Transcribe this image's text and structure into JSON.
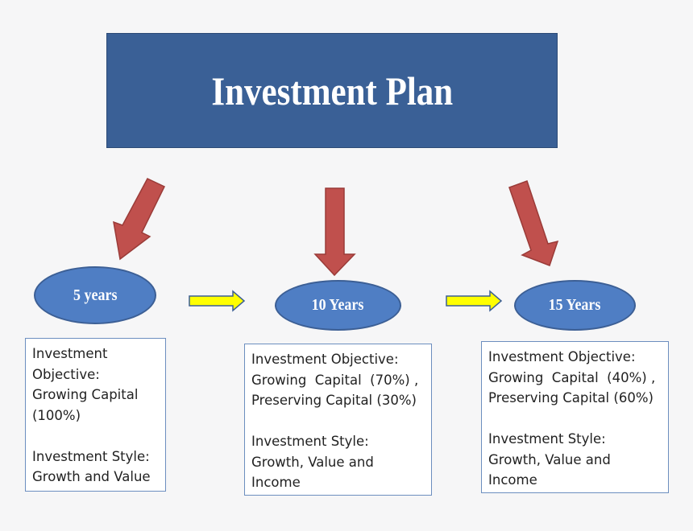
{
  "title": "Investment Plan",
  "colors": {
    "title_fill": "#3a6096",
    "ellipse_fill": "#4f7ec4",
    "down_arrow_fill": "#c0504d",
    "right_arrow_fill": "#ffff00",
    "box_border": "#6c8ebf"
  },
  "stages": [
    {
      "label": "5 years",
      "objective_lines": [
        "Investment",
        "Objective:",
        "Growing Capital",
        "(100%)"
      ],
      "style_lines": [
        "Investment Style:",
        "Growth and Value"
      ]
    },
    {
      "label": "10 Years",
      "objective_lines": [
        "Investment Objective:",
        "Growing  Capital  (70%) ,",
        "Preserving Capital (30%)"
      ],
      "style_lines": [
        "Investment Style:",
        "Growth, Value and",
        "Income"
      ]
    },
    {
      "label": "15 Years",
      "objective_lines": [
        "Investment Objective:",
        "Growing  Capital  (40%) ,",
        "Preserving Capital (60%)"
      ],
      "style_lines": [
        "Investment Style:",
        "Growth, Value and",
        "Income"
      ]
    }
  ]
}
